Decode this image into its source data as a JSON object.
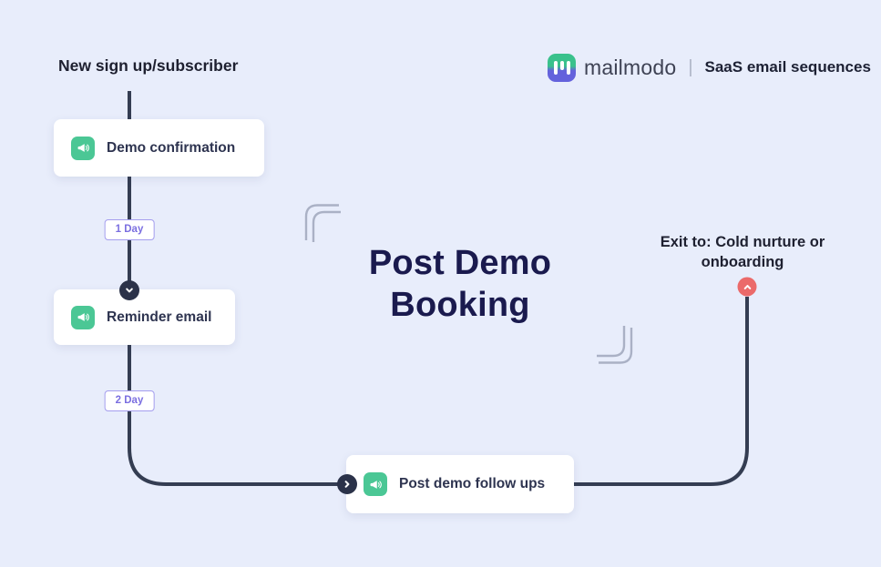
{
  "header": {
    "brand_name": "mailmodo",
    "separator": "|",
    "tagline": "SaaS email sequences"
  },
  "title": {
    "lines": [
      "Post Demo",
      "Booking"
    ]
  },
  "flow": {
    "entry_label": "New sign up/subscriber",
    "steps": [
      {
        "label": "Demo confirmation",
        "icon": "megaphone-icon"
      },
      {
        "label": "Reminder email",
        "icon": "megaphone-icon"
      },
      {
        "label": "Post demo follow ups",
        "icon": "megaphone-icon"
      }
    ],
    "delays": [
      {
        "label": "1 Day"
      },
      {
        "label": "2 Day"
      }
    ],
    "exit": {
      "lines": [
        "Exit to: Cold nurture or",
        "onboarding"
      ]
    },
    "nodes": [
      {
        "icon": "chevron-down-icon",
        "color": "#2b3249"
      },
      {
        "icon": "chevron-right-icon",
        "color": "#2b3249"
      },
      {
        "icon": "chevron-up-icon",
        "color": "#eb6a6a"
      }
    ]
  },
  "colors": {
    "background": "#e8edfb",
    "connector_line": "#343d52",
    "node_navy": "#2b3249",
    "node_red": "#eb6a6a",
    "step_icon_green": "#4bc795",
    "badge_purple": "#7b6fe0",
    "title_navy": "#1a1a4e",
    "logo_green": "#39c18c",
    "logo_indigo": "#6462dc"
  }
}
